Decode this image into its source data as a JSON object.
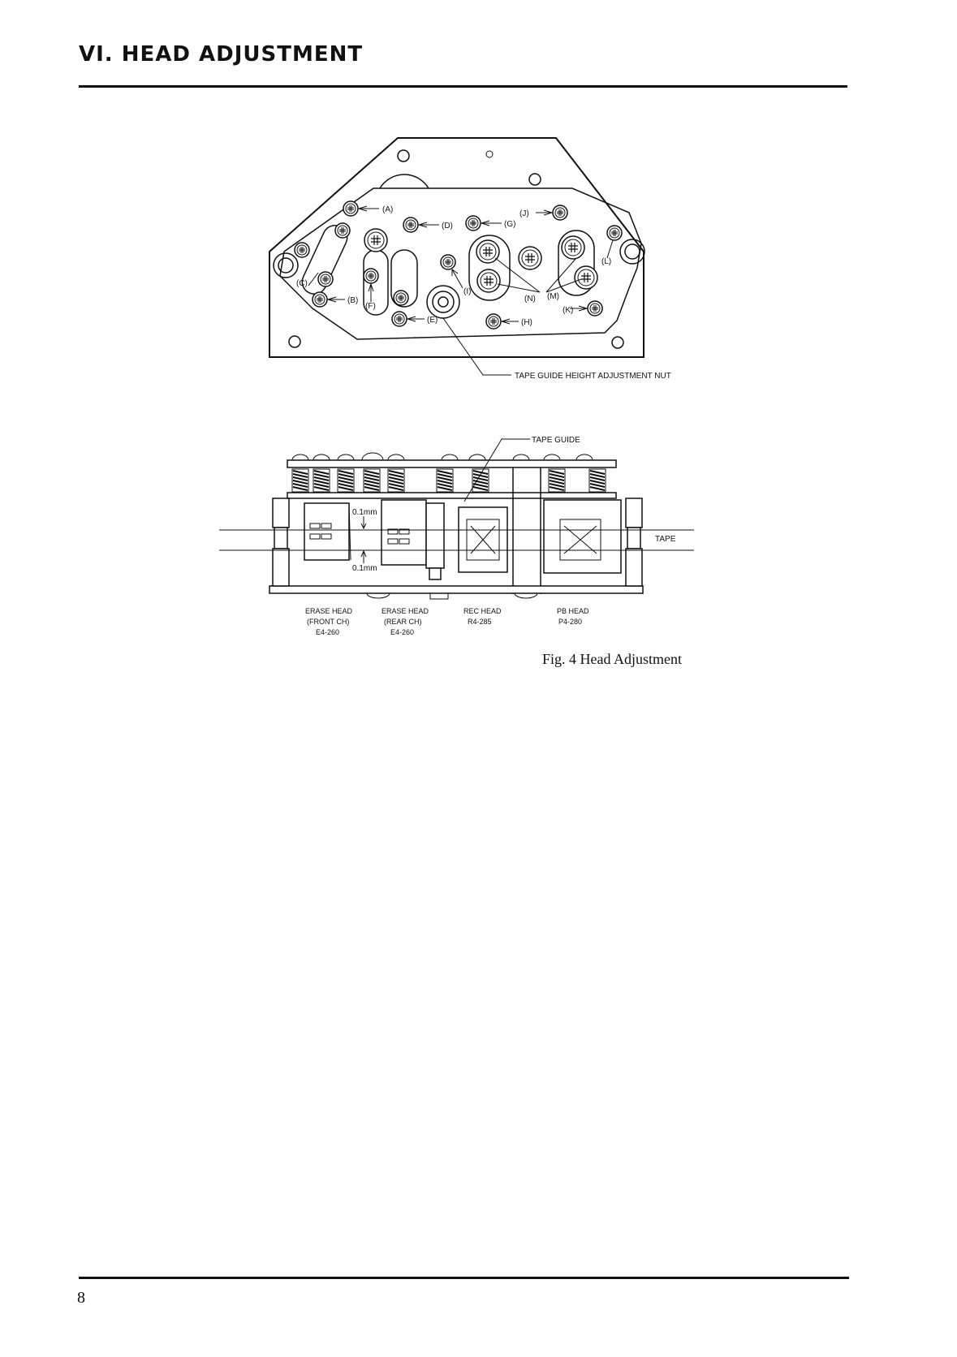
{
  "header": {
    "title": "VI. HEAD ADJUSTMENT"
  },
  "figure": {
    "caption": "Fig. 4  Head Adjustment",
    "top_view": {
      "screw_labels": {
        "A": "(A)",
        "B": "(B)",
        "C": "(C)",
        "D": "(D)",
        "E": "(E)",
        "F": "(F)",
        "G": "(G)",
        "H": "(H)",
        "I": "(I)",
        "J": "(J)",
        "K": "(K)",
        "L": "(L)",
        "M": "(M)",
        "N": "(N)"
      },
      "nut_label": "TAPE GUIDE HEIGHT ADJUSTMENT NUT"
    },
    "side_view": {
      "tape_guide_label": "TAPE GUIDE",
      "tape_label": "TAPE",
      "gap_top": "0.1mm",
      "gap_bottom": "0.1mm",
      "heads": [
        {
          "name": "ERASE HEAD",
          "channel": "(FRONT CH)",
          "model": "E4-260"
        },
        {
          "name": "ERASE HEAD",
          "channel": "(REAR CH)",
          "model": "E4-260"
        },
        {
          "name": "REC HEAD",
          "channel": "",
          "model": "R4-285"
        },
        {
          "name": "PB HEAD",
          "channel": "",
          "model": "P4-280"
        }
      ]
    }
  },
  "footer": {
    "page_number": "8"
  }
}
